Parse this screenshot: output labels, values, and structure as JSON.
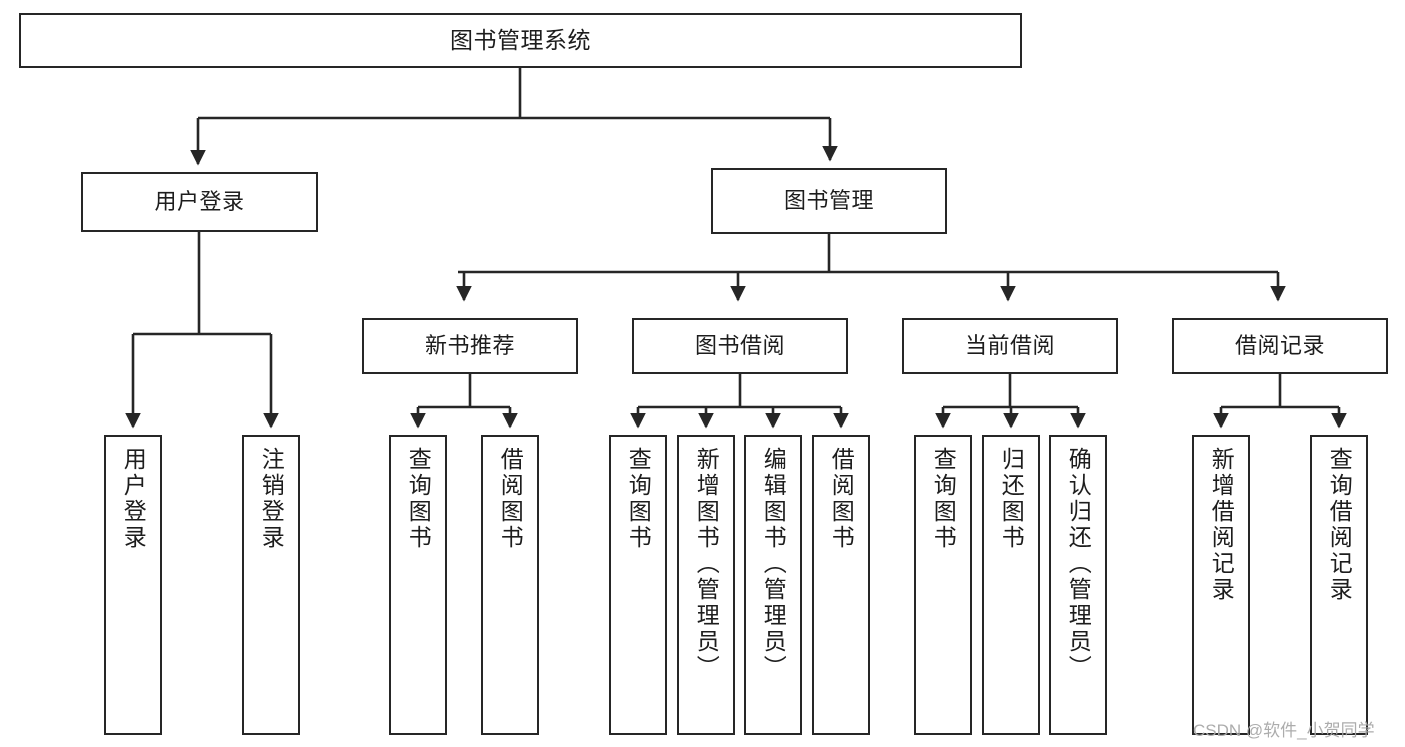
{
  "diagram": {
    "type": "tree",
    "title": "图书管理系统",
    "orientation": "top-down",
    "root": {
      "label": "图书管理系统"
    },
    "level1": [
      {
        "label": "用户登录"
      },
      {
        "label": "图书管理"
      }
    ],
    "level2": [
      {
        "label": "新书推荐",
        "parent": "图书管理"
      },
      {
        "label": "图书借阅",
        "parent": "图书管理"
      },
      {
        "label": "当前借阅",
        "parent": "图书管理"
      },
      {
        "label": "借阅记录",
        "parent": "图书管理"
      }
    ],
    "leaves": {
      "user_login": [
        {
          "label": "用户登录"
        },
        {
          "label": "注销登录"
        }
      ],
      "new_book_recommend": [
        {
          "label": "查询图书"
        },
        {
          "label": "借阅图书"
        }
      ],
      "book_borrow": [
        {
          "label": "查询图书"
        },
        {
          "label": "新增图书（管理员）"
        },
        {
          "label": "编辑图书（管理员）"
        },
        {
          "label": "借阅图书"
        }
      ],
      "current_borrow": [
        {
          "label": "查询图书"
        },
        {
          "label": "归还图书"
        },
        {
          "label": "确认归还（管理员）"
        }
      ],
      "borrow_record": [
        {
          "label": "新增借阅记录"
        },
        {
          "label": "查询借阅记录"
        }
      ]
    }
  },
  "watermark": {
    "text": "CSDN @软件_小贺同学"
  },
  "colors": {
    "stroke": "#262626",
    "text": "#1d1d1d",
    "background": "#ffffff",
    "watermark": "#a8a8a8"
  }
}
